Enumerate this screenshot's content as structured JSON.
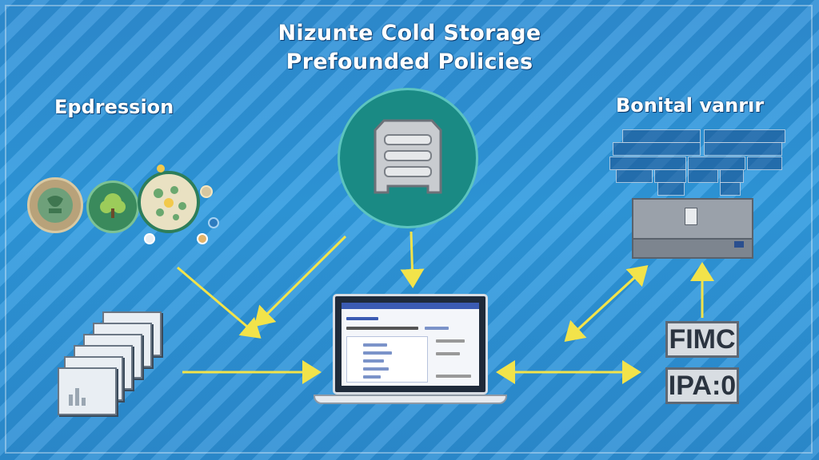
{
  "title": {
    "line1": "Nizunte Cold Storage",
    "line2": "Prefounded Policies"
  },
  "left_label": "Epdression",
  "right_label": "Bonital vanrır",
  "tags": {
    "tag1": "FIMC",
    "tag2": "IPA:0"
  },
  "colors": {
    "background": "#2f95dc",
    "arrow": "#f2e34a",
    "teal_circle": "#1a8a84",
    "text": "#ffffff"
  },
  "icons": [
    "server-icon",
    "laptop-icon",
    "document-stack-icon",
    "rack-server-icon",
    "globe-icon",
    "tree-icon"
  ]
}
